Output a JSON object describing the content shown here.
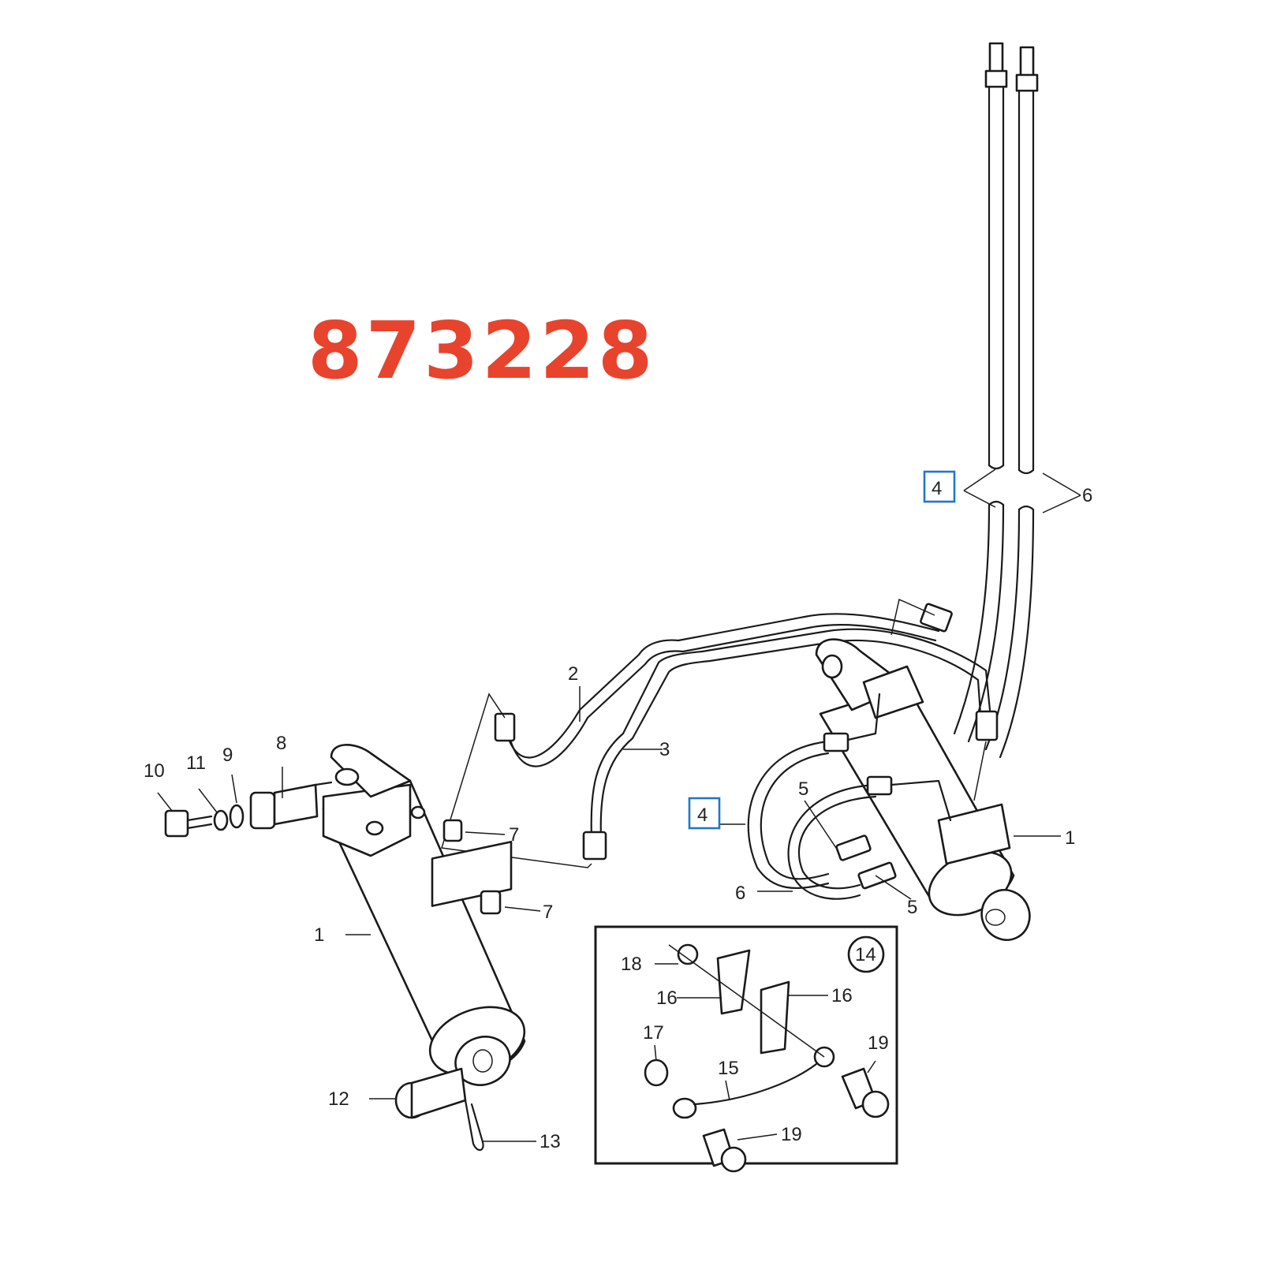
{
  "part_number": "873228",
  "callouts": {
    "c1": "1",
    "c2": "2",
    "c3": "3",
    "c4": "4",
    "c5": "5",
    "c6": "6",
    "c7": "7",
    "c8": "8",
    "c9": "9",
    "c10": "10",
    "c11": "11",
    "c12": "12",
    "c13": "13",
    "c14": "14",
    "c15": "15",
    "c16": "16",
    "c17": "17",
    "c18": "18",
    "c19": "19"
  },
  "colors": {
    "part_number": "#e8432d",
    "highlight_box": "#1f78c8",
    "line": "#1a1a1a"
  }
}
